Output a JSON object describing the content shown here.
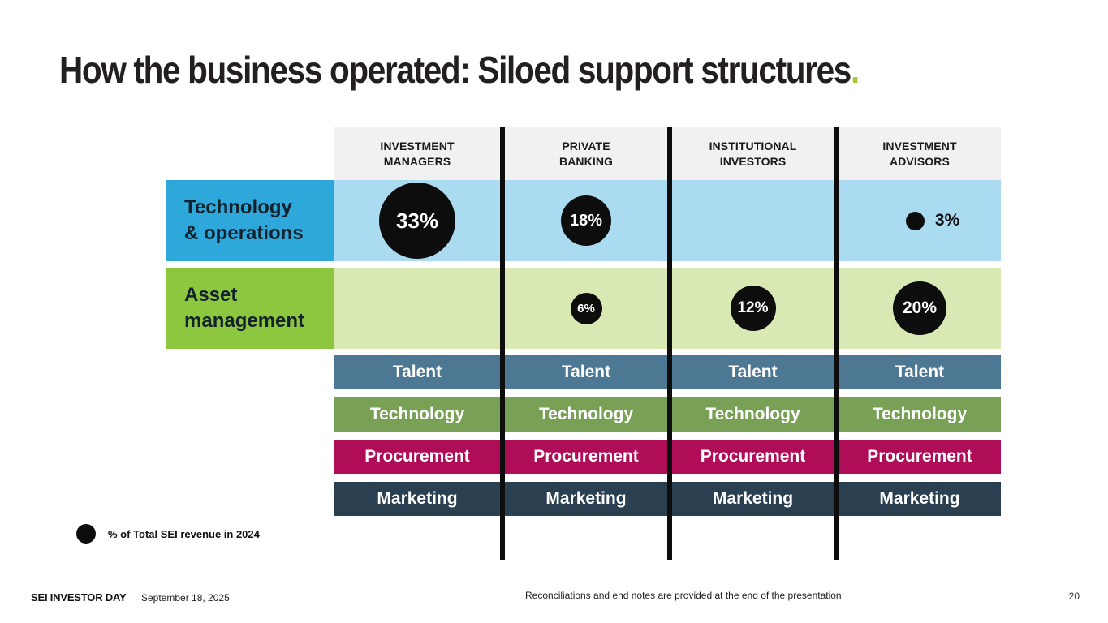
{
  "title": {
    "text": "How the business operated: Siloed support structures",
    "accent": "."
  },
  "colors": {
    "title_text": "#231f20",
    "title_accent": "#a4ce39",
    "header_bg": "#f1f1f1",
    "bubble": "#0d0d0d",
    "divider": "#0d0d0d",
    "legend_marker": "#0d0d0d"
  },
  "matrix": {
    "headers": [
      {
        "label": "INVESTMENT\nMANAGERS"
      },
      {
        "label": "PRIVATE\nBANKING"
      },
      {
        "label": "INSTITUTIONAL\nINVESTORS"
      },
      {
        "label": "INVESTMENT\nADVISORS"
      }
    ],
    "rows": [
      {
        "label": "Technology\n& operations",
        "label_bg": "#2ea8db",
        "cell_bg": "#abdbf0",
        "cells": [
          {
            "value": "33%",
            "bubble": "94px",
            "font": "26px"
          },
          {
            "value": "18%",
            "bubble": "62px",
            "font": "20px"
          },
          {},
          {
            "value": "3%",
            "bubble": "23px",
            "display": "dot-with-outside-label"
          }
        ]
      },
      {
        "label": "Asset\nmanagement",
        "label_bg": "#8dc63f",
        "cell_bg": "#d9e9b4",
        "cells": [
          {},
          {
            "value": "6%",
            "bubble": "39px",
            "font": "15px"
          },
          {
            "value": "12%",
            "bubble": "56px",
            "font": "19px"
          },
          {
            "value": "20%",
            "bubble": "66px",
            "font": "21px"
          }
        ]
      }
    ],
    "support_rows": [
      {
        "label": "Talent",
        "color": "#4d7894"
      },
      {
        "label": "Technology",
        "color": "#78a156"
      },
      {
        "label": "Procurement",
        "color": "#b00d58"
      },
      {
        "label": "Marketing",
        "color": "#2a4050"
      }
    ]
  },
  "legend": {
    "marker": "filled-black-circle",
    "text": "% of Total SEI revenue in 2024"
  },
  "footer": {
    "brand": "SEI INVESTOR DAY",
    "date": "September 18, 2025",
    "note": "Reconciliations and end notes are provided at the end of the presentation",
    "page": "20"
  }
}
